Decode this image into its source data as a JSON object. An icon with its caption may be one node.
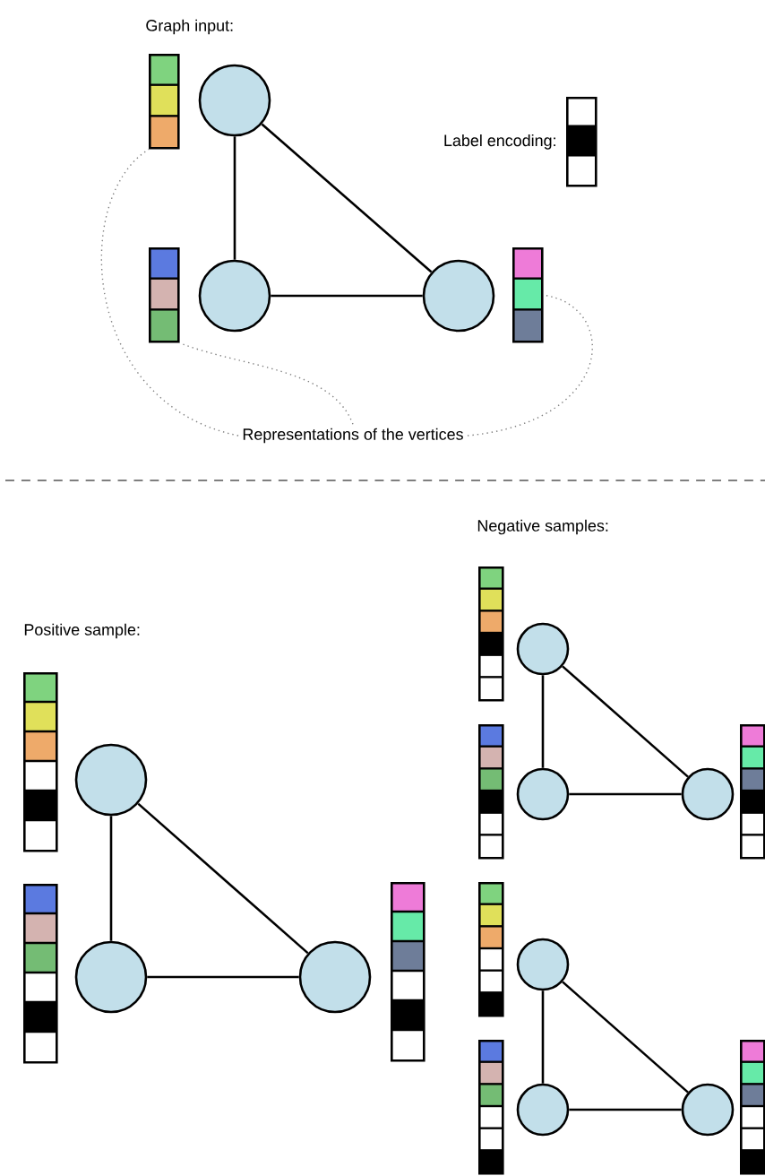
{
  "diagram": {
    "nodes": [
      {
        "text": [],
        "shape": "circle"
      },
      {
        "text": [],
        "shape": "circle"
      },
      {
        "text": [],
        "shape": "circle"
      },
      {
        "text": [],
        "shape": "bar"
      },
      {
        "text": [],
        "shape": "bar"
      },
      {
        "text": [],
        "shape": "bar"
      },
      {
        "text": [],
        "shape": "bar",
        "beside": [
          "Label encoding:"
        ]
      },
      {
        "text": [
          "Representations of the vertices"
        ]
      },
      {
        "text": [],
        "shape": "circle"
      },
      {
        "text": [],
        "shape": "circle"
      },
      {
        "text": [],
        "shape": "circle"
      },
      {
        "text": [],
        "shape": "bar"
      },
      {
        "text": [],
        "shape": "bar"
      },
      {
        "text": [],
        "shape": "bar"
      },
      {
        "text": [],
        "shape": "circle"
      },
      {
        "text": [],
        "shape": "circle"
      },
      {
        "text": [],
        "shape": "circle"
      },
      {
        "text": [],
        "shape": "bar"
      },
      {
        "text": [],
        "shape": "bar"
      },
      {
        "text": [],
        "shape": "bar"
      },
      {
        "text": [],
        "shape": "circle"
      },
      {
        "text": [],
        "shape": "circle"
      },
      {
        "text": [],
        "shape": "circle"
      },
      {
        "text": [],
        "shape": "bar"
      },
      {
        "text": [],
        "shape": "bar"
      },
      {
        "text": [],
        "shape": "bar"
      }
    ],
    "edges": [
      {
        "from": 0,
        "to": 1,
        "arrow": "none"
      },
      {
        "from": 0,
        "to": 2,
        "arrow": "none"
      },
      {
        "from": 1,
        "to": 2,
        "arrow": "none"
      },
      {
        "from": 7,
        "to": 3,
        "arrow": "none",
        "style": "dashed",
        "color": "#808080"
      },
      {
        "from": 7,
        "to": 4,
        "arrow": "none",
        "style": "dashed",
        "color": "#808080"
      },
      {
        "from": 7,
        "to": 5,
        "arrow": "none",
        "style": "dashed",
        "color": "#808080"
      },
      {
        "from": 8,
        "to": 9,
        "arrow": "none"
      },
      {
        "from": 8,
        "to": 10,
        "arrow": "none"
      },
      {
        "from": 9,
        "to": 10,
        "arrow": "none"
      },
      {
        "from": 14,
        "to": 15,
        "arrow": "none"
      },
      {
        "from": 14,
        "to": 16,
        "arrow": "none"
      },
      {
        "from": 15,
        "to": 16,
        "arrow": "none"
      },
      {
        "from": 20,
        "to": 21,
        "arrow": "none"
      },
      {
        "from": 20,
        "to": 22,
        "arrow": "none"
      },
      {
        "from": 21,
        "to": 22,
        "arrow": "none"
      }
    ],
    "labels": [
      "Graph input:",
      "Positive sample:",
      "Negative samples:"
    ]
  }
}
